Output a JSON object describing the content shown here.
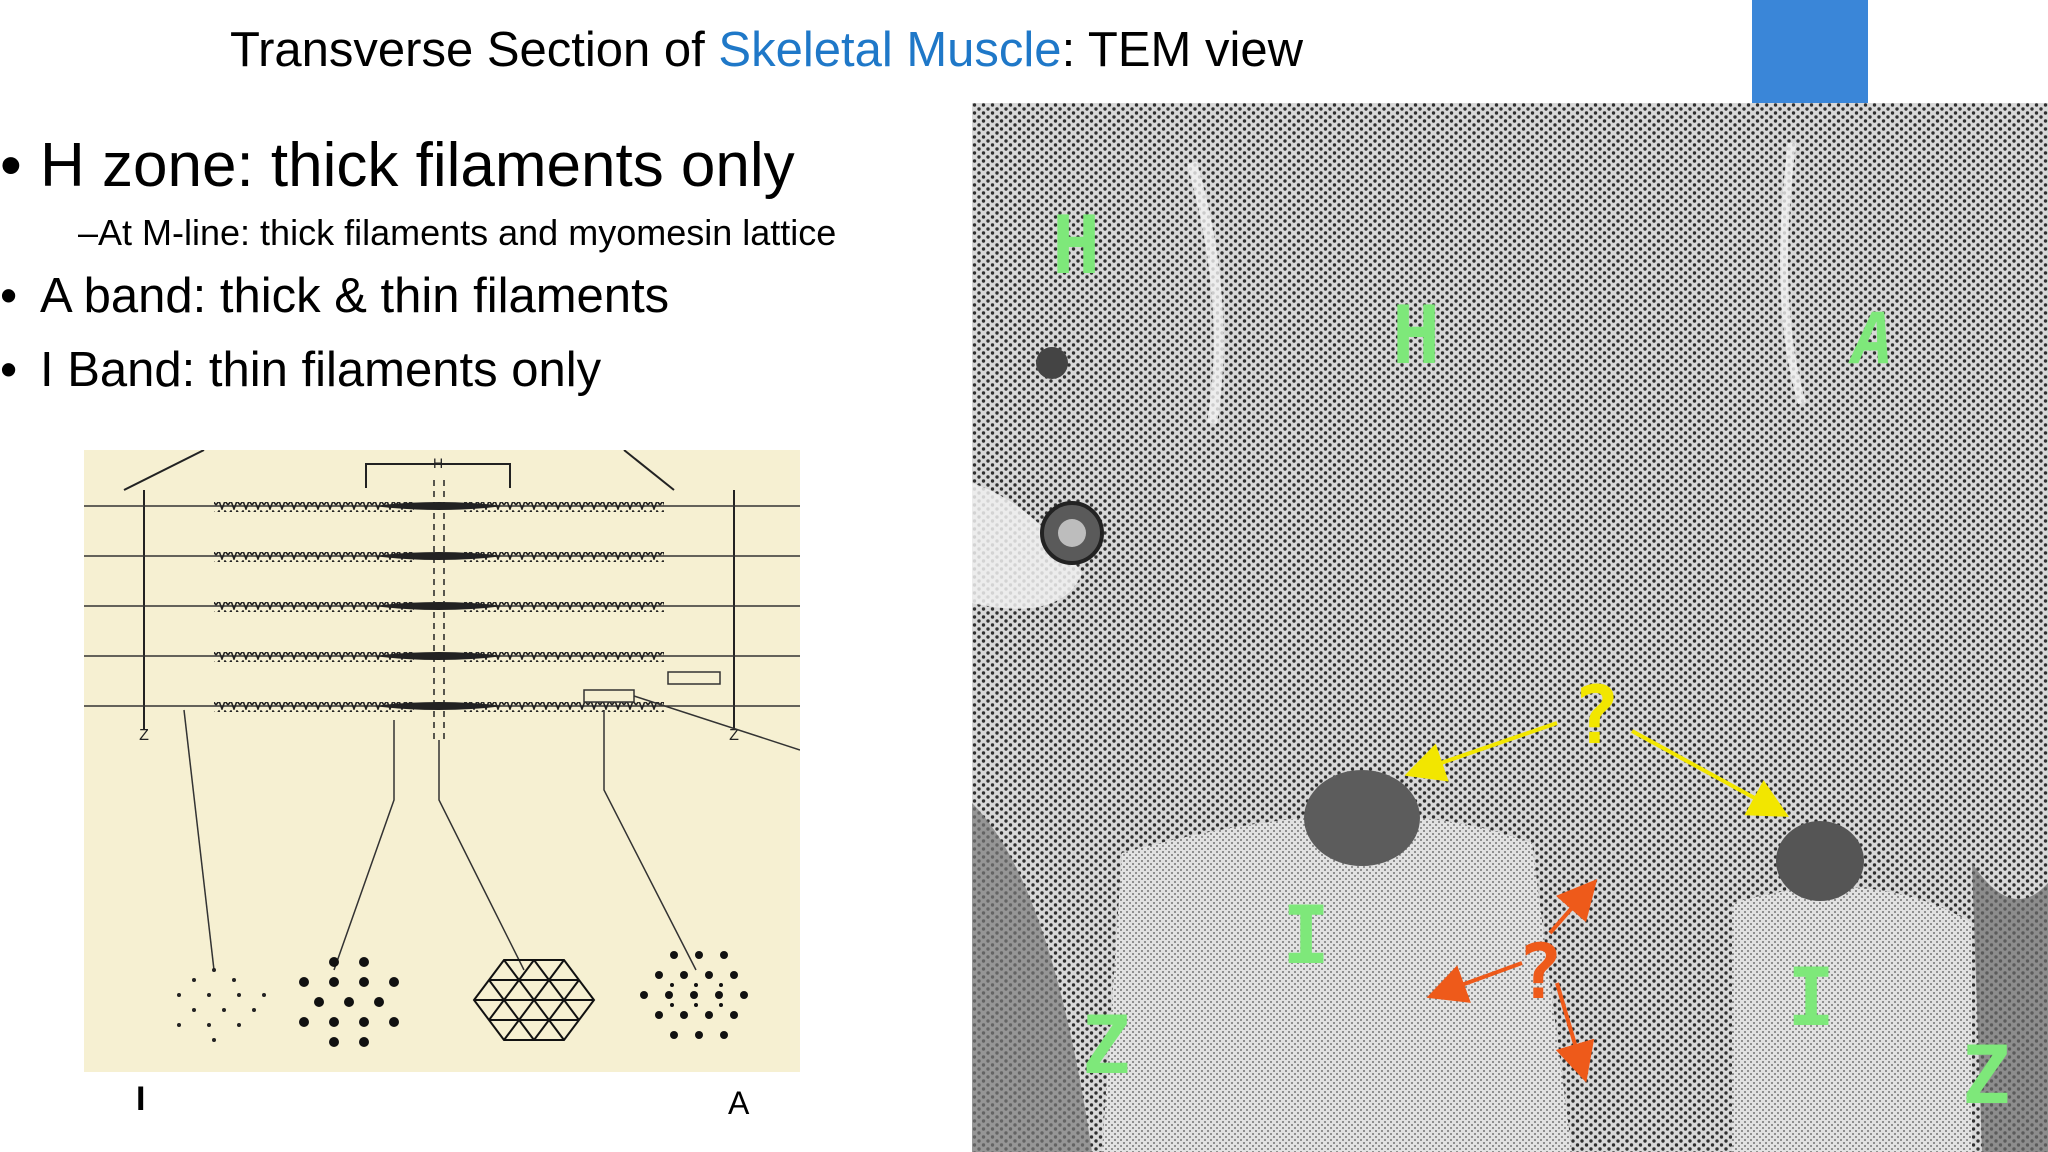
{
  "slide": {
    "title_prefix": "Transverse Section of ",
    "title_accent": "Skeletal Muscle",
    "title_suffix": ": TEM view"
  },
  "bullets": {
    "marker": "•",
    "h_zone": "H zone: thick filaments only",
    "m_line_sub": "–At M-line: thick filaments and myomesin lattice",
    "a_band": "A band: thick & thin filaments",
    "i_band": "I Band: thin filaments only"
  },
  "diagram": {
    "h_label": "H",
    "z_left": "Z",
    "z_right": "Z",
    "bottom_label_I": "I",
    "bottom_label_A": "A"
  },
  "micrograph": {
    "labels": {
      "h_left": "H",
      "h_center": "H",
      "a_right": "A",
      "i_left": "I",
      "i_right": "I",
      "z_left": "Z",
      "z_right": "Z",
      "question_yellow": "?",
      "question_orange": "?"
    }
  },
  "colors": {
    "accent_blue": "#1f78c8",
    "deco_blue": "#3a86d8",
    "label_green": "#7ee87a",
    "arrow_yellow": "#f2e600",
    "arrow_orange": "#ee5a1a",
    "diagram_bg": "#f6f0d2"
  }
}
